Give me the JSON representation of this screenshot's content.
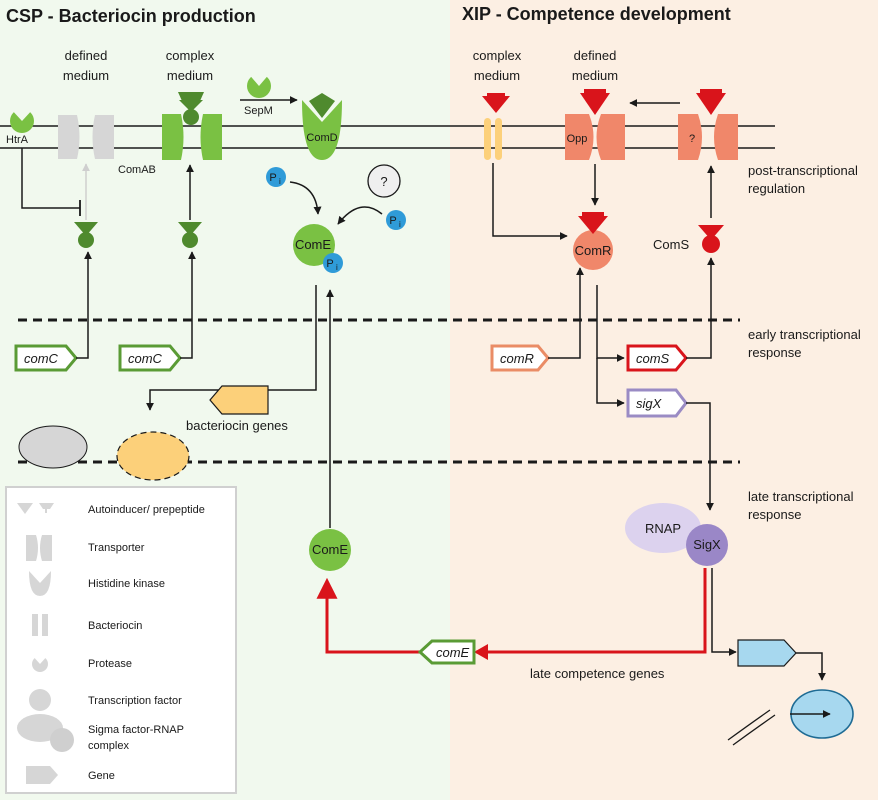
{
  "headers": {
    "left": "CSP - Bacteriocin production",
    "right": "XIP - Competence development"
  },
  "media": {
    "defined": [
      "defined",
      "medium"
    ],
    "complex": [
      "complex",
      "medium"
    ],
    "complex_right": [
      "complex",
      "medium"
    ],
    "defined_right": [
      "defined",
      "medium"
    ]
  },
  "proteins": {
    "htra": "HtrA",
    "comab": "ComAB",
    "sepm": "SepM",
    "comd": "ComD",
    "come": "ComE",
    "come_free": "ComE",
    "comr": "ComR",
    "coms": "ComS",
    "opp": "Opp",
    "unknown_transporter": "?",
    "unknown_phosphate": "?",
    "phosphate": "P",
    "phosphate_sub": "i",
    "rnap": "RNAP",
    "sigx": "SigX"
  },
  "genes": {
    "comc_1": "comC",
    "comc_2": "comC",
    "comr": "comR",
    "coms": "comS",
    "sigx": "sigX",
    "come": "comE",
    "bacteriocin": "bacteriocin genes",
    "late_competence": "late competence genes"
  },
  "regulation_levels": {
    "post_transcriptional": [
      "post-transcriptional",
      "regulation"
    ],
    "early_transcriptional": [
      "early transcriptional",
      "response"
    ],
    "late_transcriptional": [
      "late transcriptional",
      "response"
    ]
  },
  "legend": [
    "Autoinducer/ prepeptide",
    "Transporter",
    "Histidine kinase",
    "Bacteriocin",
    "Protease",
    "Transcription factor",
    "Sigma factor-RNAP complex",
    "Gene"
  ],
  "colors": {
    "left_panel": "#f1f9ee",
    "right_panel": "#fcefe3",
    "green": "#7ac143",
    "dark_green": "#4f8a2e",
    "green_outline": "#5a9b35",
    "salmon": "#f0876a",
    "red": "#d9141b",
    "orange_outline": "#ea8c66",
    "yellow": "#fcd07a",
    "lilac_outline": "#9a8bc4",
    "rnap": "#dcd2ee",
    "sigx": "#9a87c7",
    "phosphate": "#2f9bd8",
    "light_blue": "#a7d8ef",
    "blue_outline": "#1e6b94",
    "gray": "#d6d6d6"
  }
}
